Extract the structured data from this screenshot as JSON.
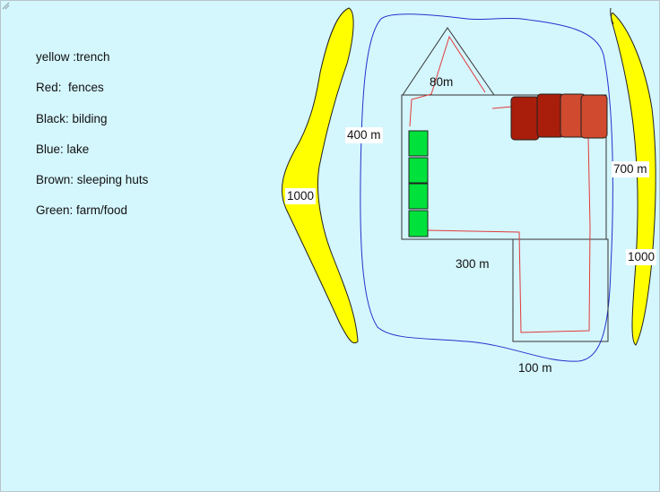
{
  "legend": [
    {
      "text": "yellow :trench"
    },
    {
      "text": "Red:  fences"
    },
    {
      "text": "Black: bilding"
    },
    {
      "text": "Blue: lake"
    },
    {
      "text": "Brown: sleeping huts"
    },
    {
      "text": "Green: farm/food"
    }
  ],
  "labels": {
    "roof": "80m",
    "lake_left": "400 m",
    "trench_left": "1000",
    "right_side": "700 m",
    "trench_right": "1000",
    "bottom_main": "300 m",
    "bottom_annex": "100 m"
  },
  "colors": {
    "background": "#d4f6fd",
    "trench": "#ffff00",
    "fence": "#e03a3a",
    "building": "#333333",
    "lake": "#2233cc",
    "hut_dark": "#a81e0a",
    "hut_light": "#cf4a2e",
    "farm": "#00e23b"
  }
}
